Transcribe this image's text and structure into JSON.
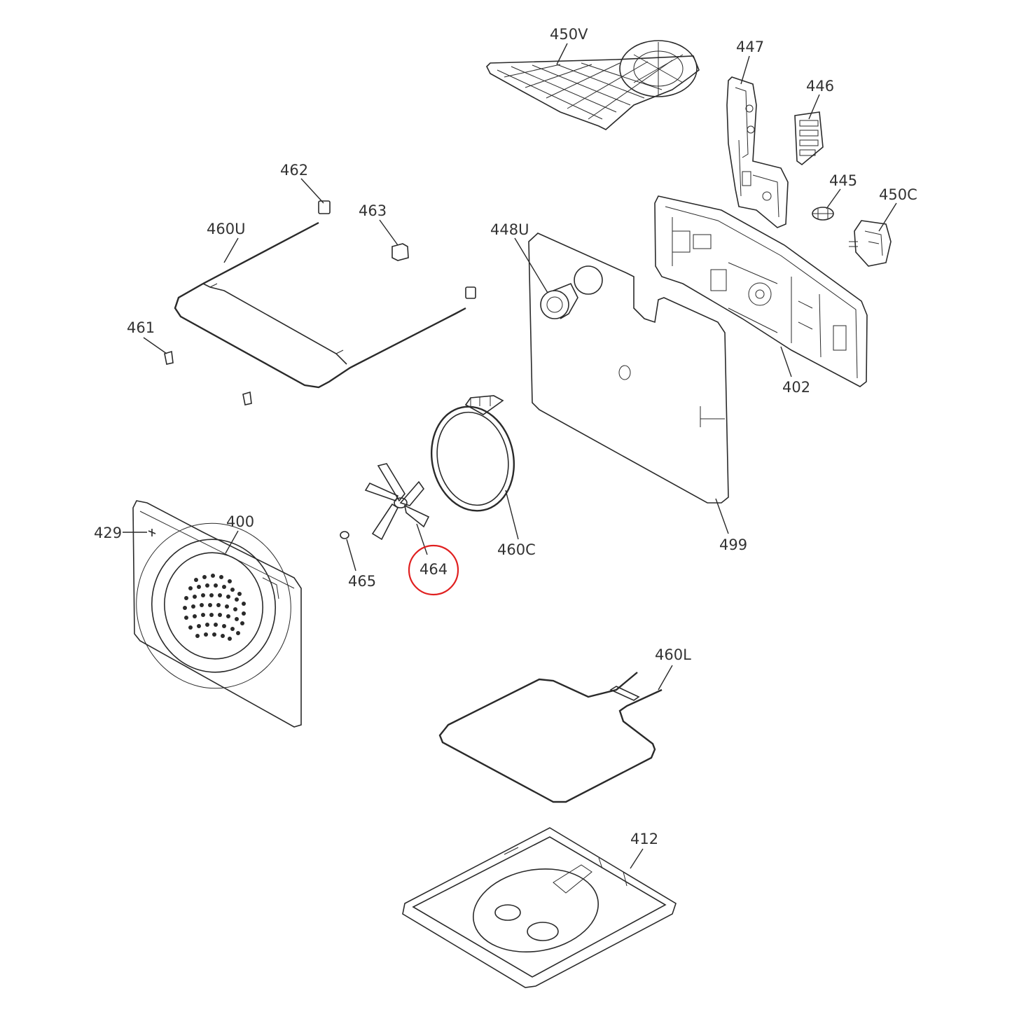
{
  "labels": {
    "p450V": "450V",
    "p447": "447",
    "p446": "446",
    "p445": "445",
    "p450C": "450C",
    "p462": "462",
    "p463": "463",
    "p460U": "460U",
    "p448U": "448U",
    "p461": "461",
    "p402": "402",
    "p429": "429",
    "p400": "400",
    "p465": "465",
    "p464": "464",
    "p460C": "460C",
    "p499": "499",
    "p460L": "460L",
    "p412": "412"
  },
  "highlight": {
    "part": "464",
    "color": "#e02020"
  }
}
